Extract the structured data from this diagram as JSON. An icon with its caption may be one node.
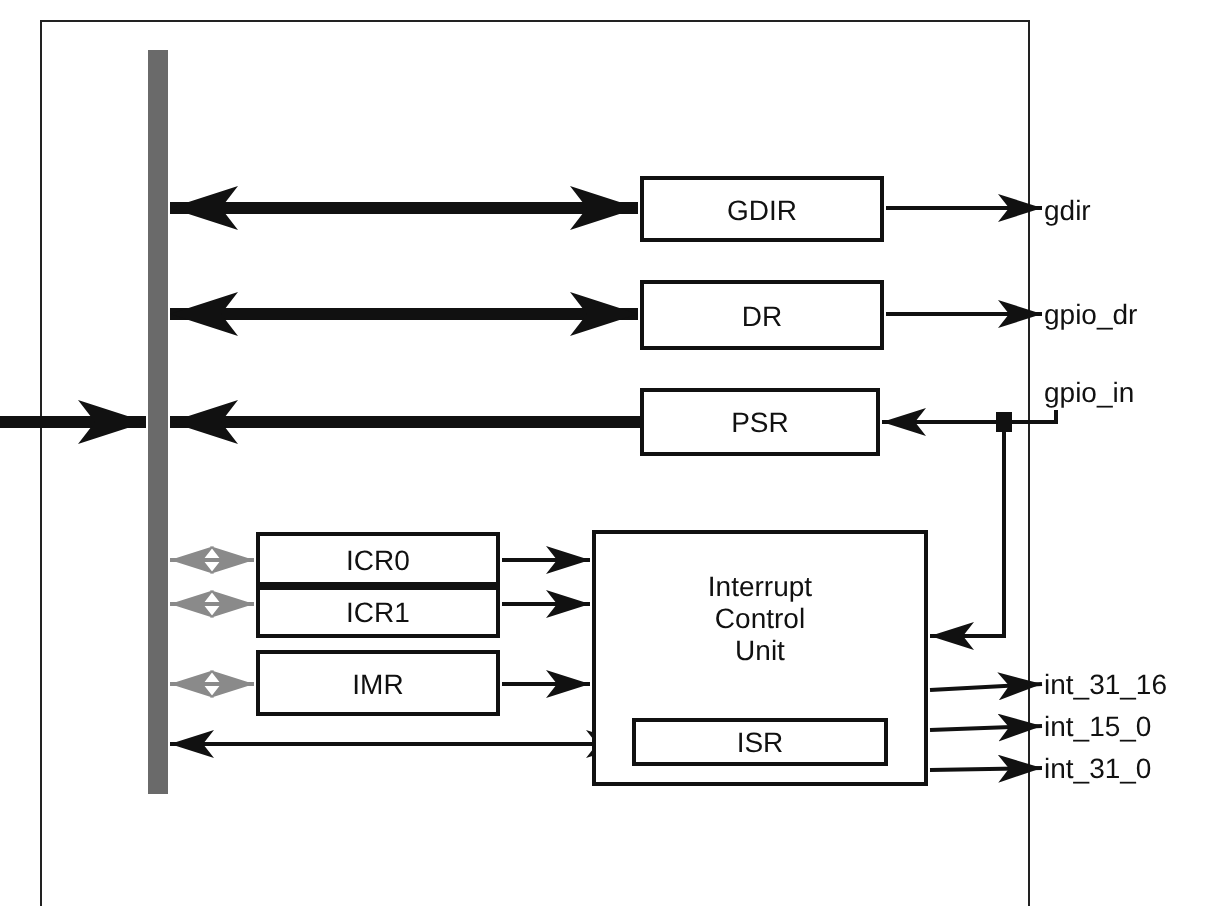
{
  "diagram": {
    "nodes": [
      {
        "text": [],
        "shape": "bar"
      },
      {
        "text": [
          "GDIR"
        ]
      },
      {
        "text": [
          "DR"
        ]
      },
      {
        "text": [
          "PSR"
        ]
      },
      {
        "text": [
          "ICR0"
        ]
      },
      {
        "text": [
          "ICR1"
        ]
      },
      {
        "text": [
          "IMR"
        ]
      },
      {
        "text": [
          "Interrupt Control Unit"
        ]
      },
      {
        "text": [
          "ISR"
        ],
        "in": 7
      },
      {
        "text": [
          "gdir"
        ]
      },
      {
        "text": [
          "gpio_dr"
        ]
      },
      {
        "text": [
          "gpio_in"
        ]
      },
      {
        "text": [
          "int_31_16"
        ]
      },
      {
        "text": [
          "int_15_0"
        ]
      },
      {
        "text": [
          "int_31_0"
        ]
      }
    ],
    "edges": [
      {
        "from": 0,
        "to": 1,
        "arrow": "both",
        "style": "thick"
      },
      {
        "from": 0,
        "to": 2,
        "arrow": "both",
        "style": "thick"
      },
      {
        "from": 3,
        "to": 0,
        "arrow": "to",
        "style": "thick"
      },
      {
        "from": null,
        "to": 0,
        "arrow": "to",
        "style": "thick"
      },
      {
        "from": 0,
        "to": 4,
        "arrow": "both",
        "color": "#8a8a8a"
      },
      {
        "from": 0,
        "to": 5,
        "arrow": "both",
        "color": "#8a8a8a"
      },
      {
        "from": 0,
        "to": 6,
        "arrow": "both",
        "color": "#8a8a8a"
      },
      {
        "from": 0,
        "to": 8,
        "arrow": "both"
      },
      {
        "from": 1,
        "to": 9,
        "arrow": "to"
      },
      {
        "from": 2,
        "to": 10,
        "arrow": "to"
      },
      {
        "from": 11,
        "to": 3,
        "arrow": "to"
      },
      {
        "from": 11,
        "to": 7,
        "arrow": "to"
      },
      {
        "from": 4,
        "to": 7,
        "arrow": "to"
      },
      {
        "from": 5,
        "to": 7,
        "arrow": "to"
      },
      {
        "from": 6,
        "to": 7,
        "arrow": "to"
      },
      {
        "from": 7,
        "to": 12,
        "arrow": "to"
      },
      {
        "from": 7,
        "to": 13,
        "arrow": "to"
      },
      {
        "from": 7,
        "to": 14,
        "arrow": "to"
      }
    ]
  }
}
